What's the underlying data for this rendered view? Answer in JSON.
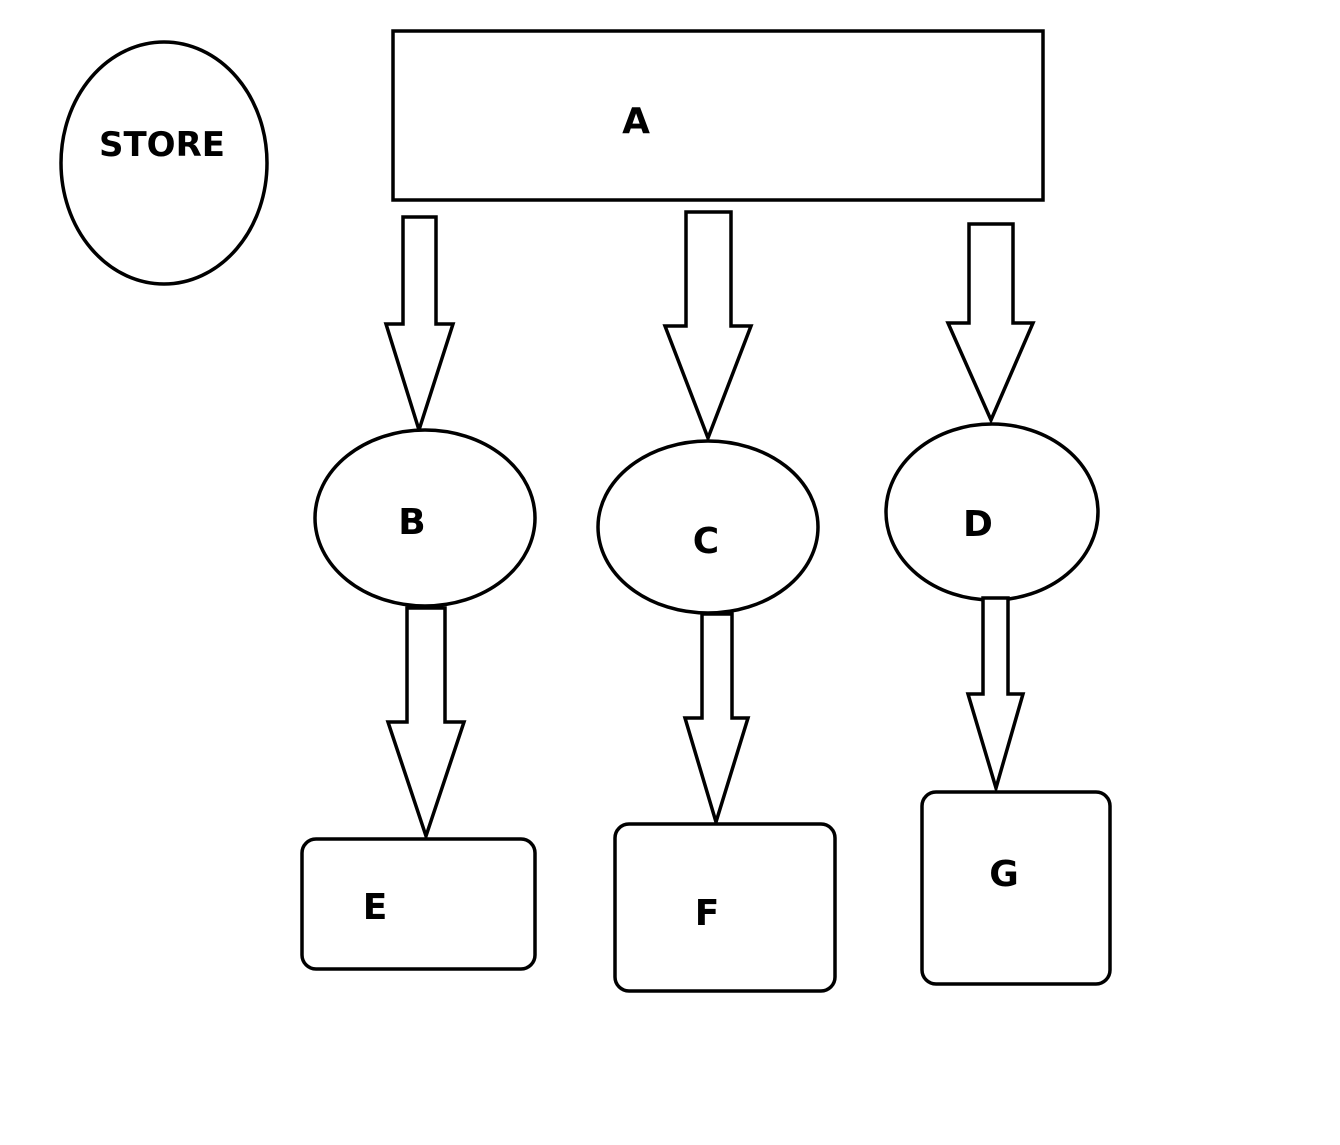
{
  "diagram": {
    "nodes": {
      "store": {
        "label": "STORE",
        "shape": "ellipse"
      },
      "a": {
        "label": "A",
        "shape": "rectangle"
      },
      "b": {
        "label": "B",
        "shape": "ellipse"
      },
      "c": {
        "label": "C",
        "shape": "ellipse"
      },
      "d": {
        "label": "D",
        "shape": "ellipse"
      },
      "e": {
        "label": "E",
        "shape": "rounded-rectangle"
      },
      "f": {
        "label": "F",
        "shape": "rounded-rectangle"
      },
      "g": {
        "label": "G",
        "shape": "rounded-rectangle"
      }
    },
    "edges": [
      {
        "from": "A",
        "to": "B"
      },
      {
        "from": "A",
        "to": "C"
      },
      {
        "from": "A",
        "to": "D"
      },
      {
        "from": "B",
        "to": "E"
      },
      {
        "from": "C",
        "to": "F"
      },
      {
        "from": "D",
        "to": "G"
      }
    ],
    "colors": {
      "stroke": "#000000",
      "fill": "#ffffff"
    }
  }
}
